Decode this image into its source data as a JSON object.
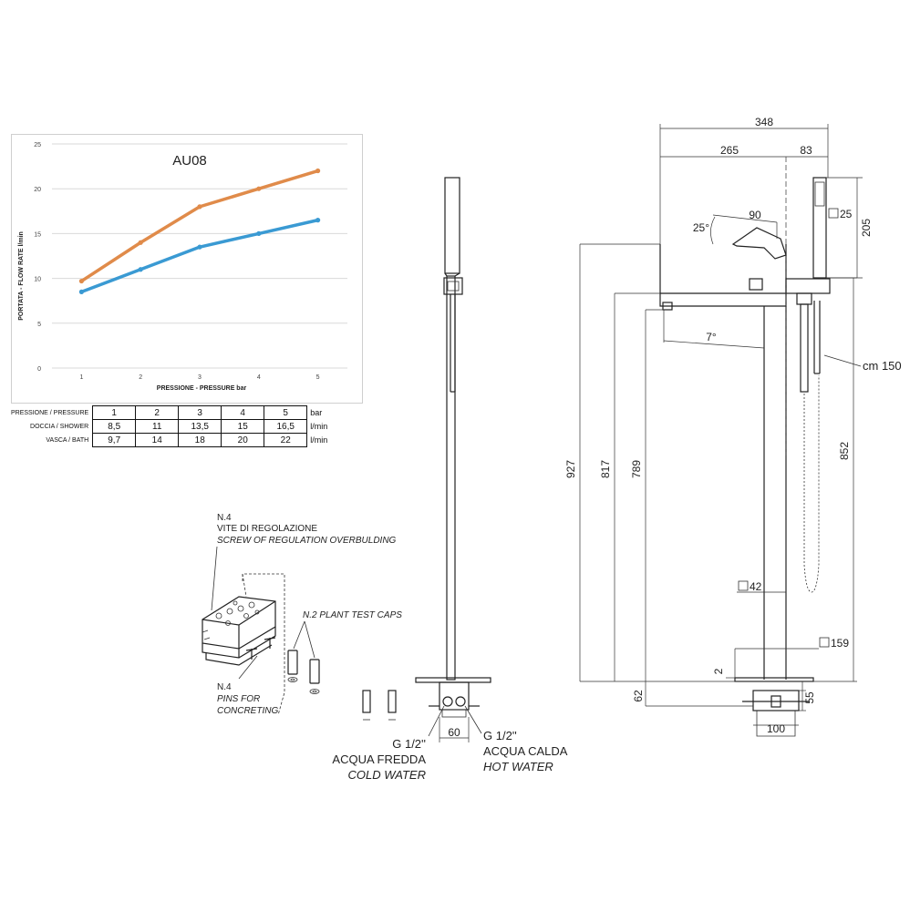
{
  "chart_data": {
    "type": "line",
    "title": "AU08",
    "xlabel": "PRESSIONE - PRESSURE  bar",
    "ylabel": "PORTATA - FLOW RATE  l/min",
    "x": [
      1,
      2,
      3,
      4,
      5
    ],
    "xlim": [
      0.5,
      5.5
    ],
    "ylim": [
      0,
      25
    ],
    "yticks": [
      0,
      5,
      10,
      15,
      20,
      25
    ],
    "grid": true,
    "series": [
      {
        "name": "VASCA / BATH",
        "values": [
          9.7,
          14,
          18,
          20,
          22
        ],
        "color": "#e08b4a"
      },
      {
        "name": "DOCCIA / SHOWER",
        "values": [
          8.5,
          11,
          13.5,
          15,
          16.5
        ],
        "color": "#3a9ad3"
      }
    ]
  },
  "table": {
    "rows": [
      {
        "label": "PRESSIONE / PRESSURE",
        "values": [
          "1",
          "2",
          "3",
          "4",
          "5"
        ],
        "unit": "bar"
      },
      {
        "label": "DOCCIA / SHOWER",
        "values": [
          "8,5",
          "11",
          "13,5",
          "15",
          "16,5"
        ],
        "unit": "l/min"
      },
      {
        "label": "VASCA / BATH",
        "values": [
          "9,7",
          "14",
          "18",
          "20",
          "22"
        ],
        "unit": "l/min"
      }
    ]
  },
  "kit": {
    "screw_count": "N.4",
    "screw_it": "VITE DI REGOLAZIONE",
    "screw_en": "SCREW OF REGULATION OVERBULDING",
    "caps": "N.2  PLANT TEST CAPS",
    "pins_count": "N.4",
    "pins_line1": "PINS FOR",
    "pins_line2": "CONCRETING"
  },
  "side_view": {
    "width": "60",
    "left_size": "G 1/2''",
    "left_it": "ACQUA FREDDA",
    "left_en": "COLD WATER",
    "right_size": "G 1/2''",
    "right_it": "ACQUA CALDA",
    "right_en": "HOT WATER"
  },
  "front_view": {
    "overall_width": "348",
    "spout_width": "265",
    "shower_offset": "83",
    "lever_length": "90",
    "lever_angle": "25°",
    "spout_angle": "7°",
    "handshower_square": "25",
    "handshower_height": "205",
    "hose": "cm 150",
    "height_total": "927",
    "height_spout": "817",
    "height_outlet": "789",
    "height_shower": "852",
    "column_square": "42",
    "base_square": "159",
    "base_thickness": "2",
    "floor_depth": "62",
    "box_height": "55",
    "box_width": "100"
  }
}
